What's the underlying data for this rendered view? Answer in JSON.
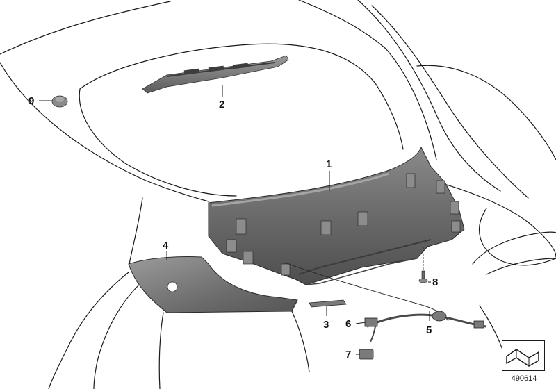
{
  "diagram": {
    "callouts": [
      {
        "id": "1",
        "label": "1"
      },
      {
        "id": "2",
        "label": "2"
      },
      {
        "id": "3",
        "label": "3"
      },
      {
        "id": "4",
        "label": "4"
      },
      {
        "id": "5",
        "label": "5"
      },
      {
        "id": "6",
        "label": "6"
      },
      {
        "id": "7",
        "label": "7"
      },
      {
        "id": "8",
        "label": "8"
      },
      {
        "id": "9",
        "label": "9"
      }
    ],
    "reference_number": "490614",
    "colors": {
      "part_fill": "#6f6f6f",
      "part_dark": "#4a4a4a",
      "part_light": "#9a9a9a",
      "outline": "#1a1a1a"
    }
  }
}
